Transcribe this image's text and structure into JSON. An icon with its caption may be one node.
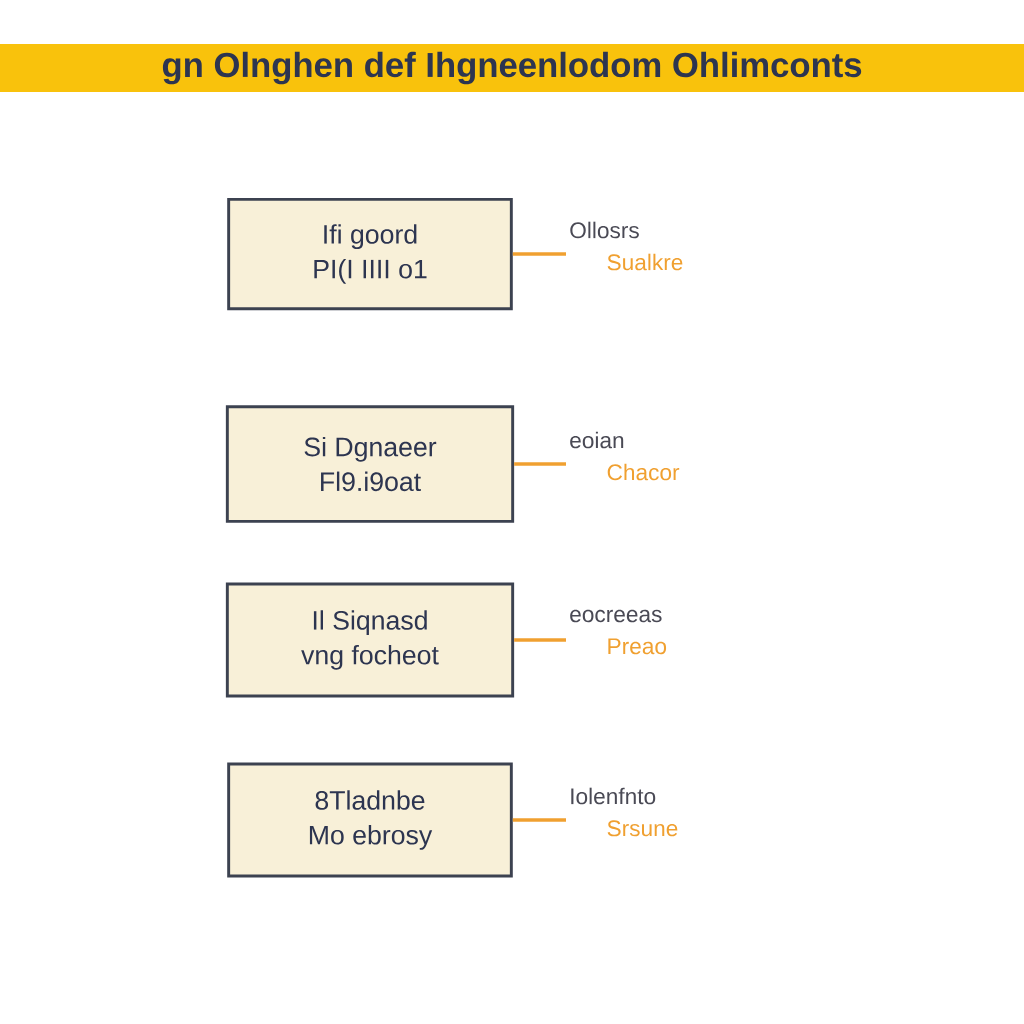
{
  "diagram": {
    "title": "gn Olnghen def Ihgneenlodom Ohlimconts",
    "nodes": [
      {
        "text": [
          "Ifi goord",
          "PI(I IIII o1"
        ]
      },
      {
        "text": [
          "Ollosrs",
          "Sualkre"
        ]
      },
      {
        "text": [
          "Si Dgnaeer",
          "Fl9.i9oat"
        ]
      },
      {
        "text": [
          "eoian",
          "Chacor"
        ]
      },
      {
        "text": [
          "Il Siqnasd",
          "vng focheot"
        ]
      },
      {
        "text": [
          "eocreeas",
          "Preao"
        ]
      },
      {
        "text": [
          "8Tladnbe",
          "Mo ebrosy"
        ]
      },
      {
        "text": [
          "Iolenfnto",
          "Srsune"
        ]
      }
    ],
    "edges": [
      {
        "from": 0,
        "to": 1,
        "arrow": "none"
      },
      {
        "from": 2,
        "to": 3,
        "arrow": "none"
      },
      {
        "from": 4,
        "to": 5,
        "arrow": "none"
      },
      {
        "from": 6,
        "to": 7,
        "arrow": "none"
      }
    ]
  }
}
